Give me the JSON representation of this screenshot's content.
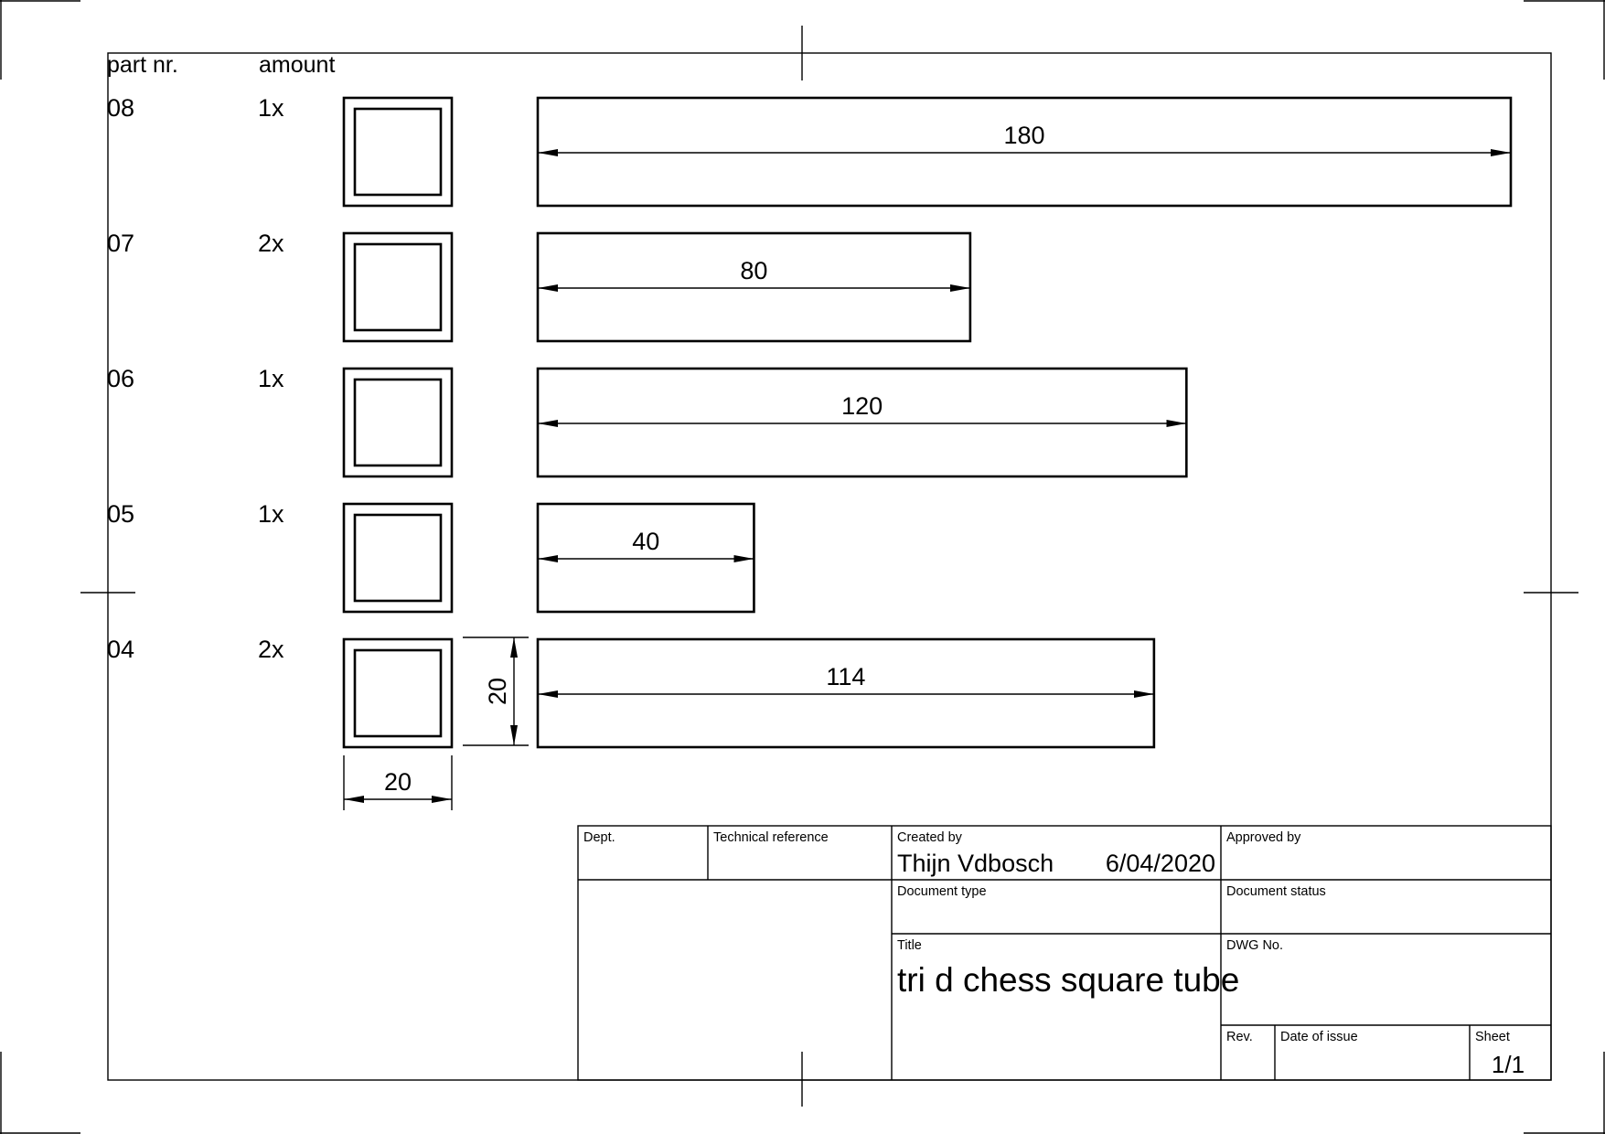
{
  "headers": {
    "part_nr": "part nr.",
    "amount": "amount"
  },
  "parts": [
    {
      "part_nr": "08",
      "amount": "1x",
      "length": 180
    },
    {
      "part_nr": "07",
      "amount": "2x",
      "length": 80
    },
    {
      "part_nr": "06",
      "amount": "1x",
      "length": 120
    },
    {
      "part_nr": "05",
      "amount": "1x",
      "length": 40
    },
    {
      "part_nr": "04",
      "amount": "2x",
      "length": 114
    }
  ],
  "cross_section": {
    "width": "20",
    "height": "20"
  },
  "title_block": {
    "dept_label": "Dept.",
    "tech_ref_label": "Technical reference",
    "created_by_label": "Created by",
    "created_by": "Thijn Vdbosch",
    "date": "6/04/2020",
    "approved_by_label": "Approved by",
    "doc_type_label": "Document type",
    "doc_status_label": "Document status",
    "title_label": "Title",
    "title": "tri d chess square tube",
    "dwg_no_label": "DWG No.",
    "rev_label": "Rev.",
    "date_of_issue_label": "Date of issue",
    "sheet_label": "Sheet",
    "sheet": "1/1"
  }
}
